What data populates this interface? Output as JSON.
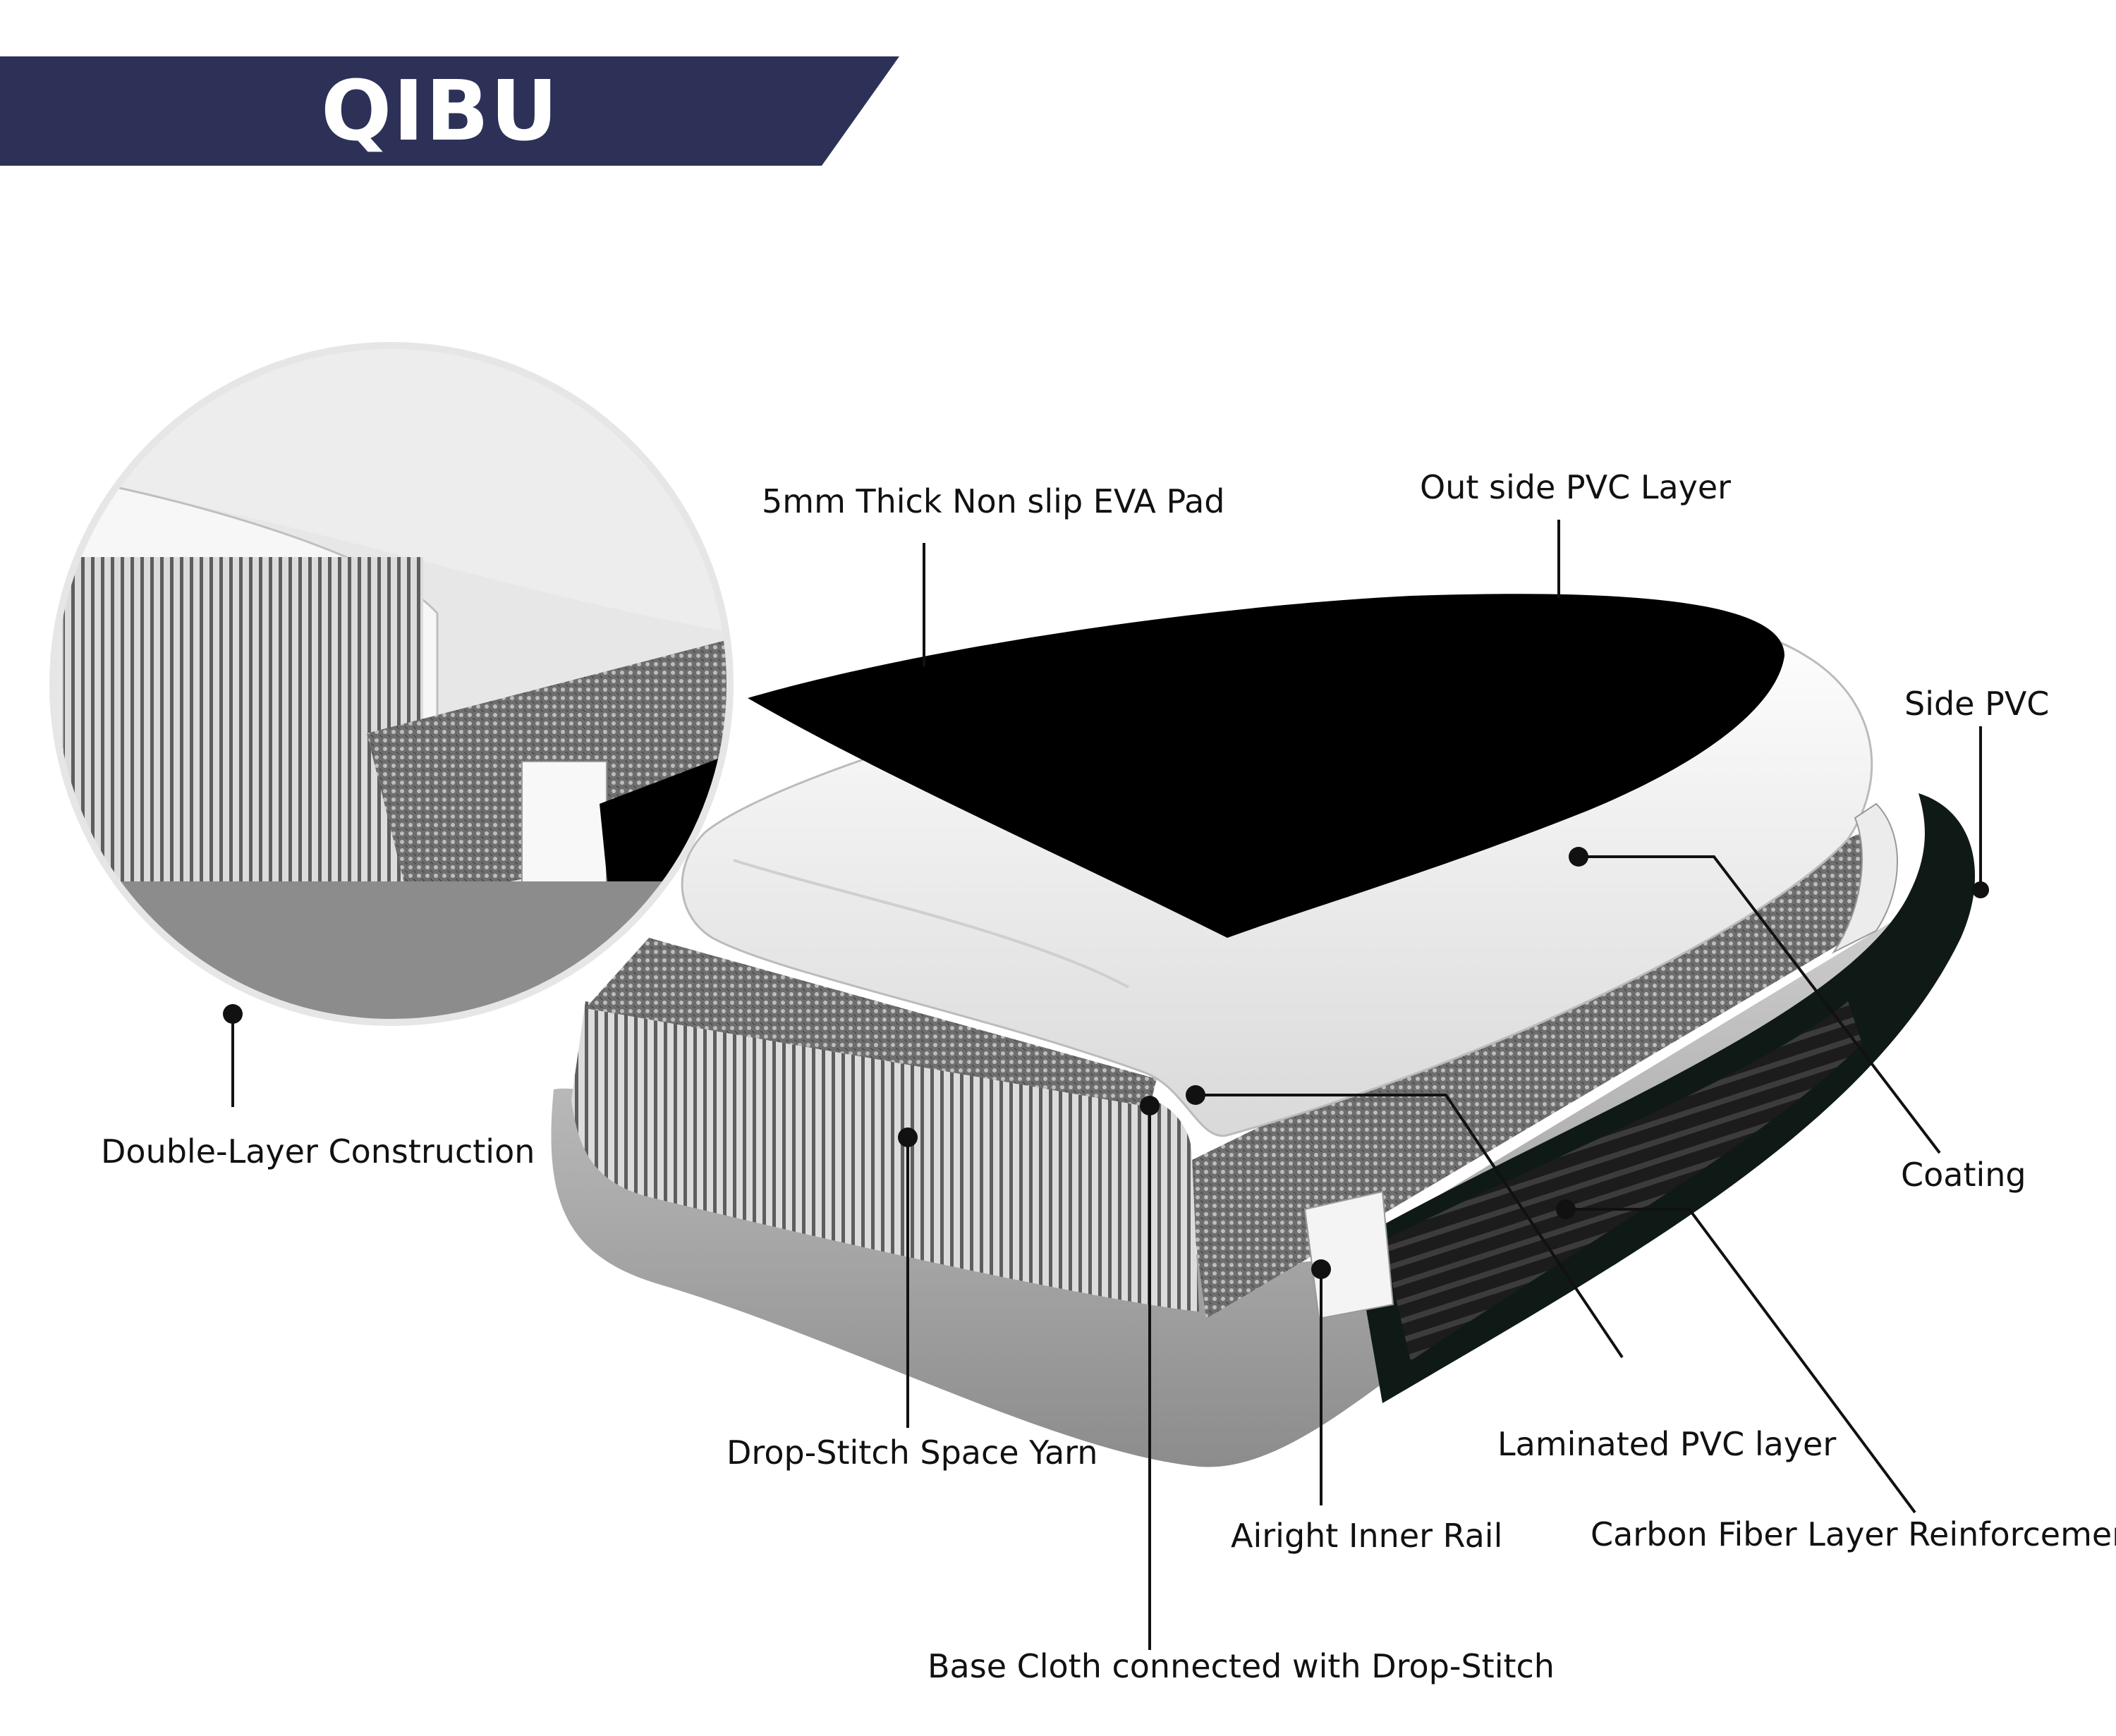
{
  "brand": {
    "logo_text": "QIBU"
  },
  "colors": {
    "banner": "#2d3157",
    "pad": "#000000",
    "pvc": "#f2f2f2",
    "yarn": "#777777",
    "line": "#111111"
  },
  "labels": {
    "eva_pad": "5mm Thick Non slip EVA Pad",
    "outside_pvc": "Out side PVC Layer",
    "side_pvc": "Side PVC",
    "coating": "Coating",
    "double_layer": "Double-Layer Construction",
    "drop_stitch_yarn": "Drop-Stitch Space Yarn",
    "laminated_pvc": "Laminated PVC layer",
    "airtight_rail": "Airight Inner Rail",
    "carbon_fiber": "Carbon Fiber Layer Reinforcement",
    "base_cloth": "Base Cloth connected with Drop-Stitch"
  }
}
